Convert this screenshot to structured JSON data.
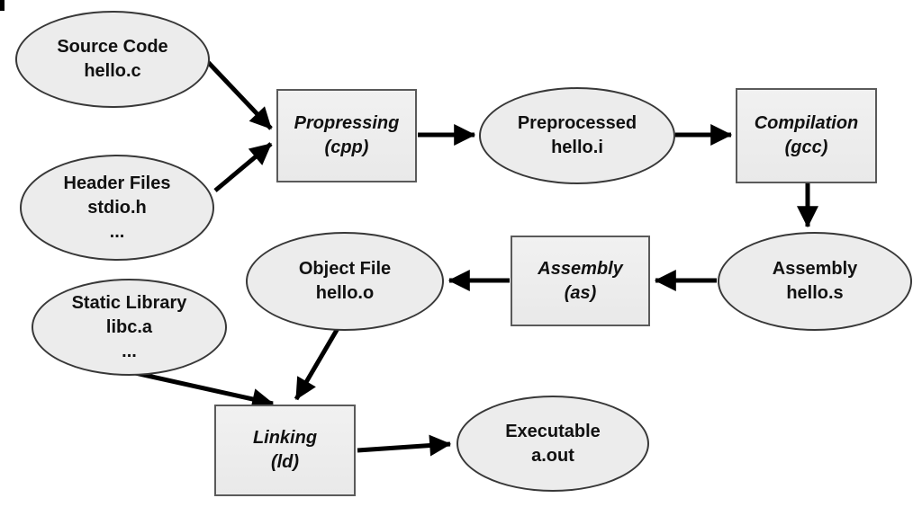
{
  "diagram_type": "flowchart",
  "colors": {
    "background": "#ffffff",
    "node_fill": "#ececec",
    "ellipse_border": "#383838",
    "rect_border": "#5a5a5a",
    "arrow": "#000000",
    "text": "#111111"
  },
  "nodes": {
    "source_code": {
      "shape": "ellipse",
      "lines": [
        "Source Code",
        "hello.c"
      ]
    },
    "header_files": {
      "shape": "ellipse",
      "lines": [
        "Header Files",
        "stdio.h",
        "..."
      ]
    },
    "preprocessing": {
      "shape": "rect",
      "lines": [
        "Propressing",
        "(cpp)"
      ]
    },
    "preprocessed": {
      "shape": "ellipse",
      "lines": [
        "Preprocessed",
        "hello.i"
      ]
    },
    "compilation": {
      "shape": "rect",
      "lines": [
        "Compilation",
        "(gcc)"
      ]
    },
    "assembly_file": {
      "shape": "ellipse",
      "lines": [
        "Assembly",
        "hello.s"
      ]
    },
    "assembler": {
      "shape": "rect",
      "lines": [
        "Assembly",
        "(as)"
      ]
    },
    "object_file": {
      "shape": "ellipse",
      "lines": [
        "Object File",
        "hello.o"
      ]
    },
    "static_library": {
      "shape": "ellipse",
      "lines": [
        "Static Library",
        "libc.a",
        "..."
      ]
    },
    "linking": {
      "shape": "rect",
      "lines": [
        "Linking",
        "(ld)"
      ]
    },
    "executable": {
      "shape": "ellipse",
      "lines": [
        "Executable",
        "a.out"
      ]
    }
  },
  "edges": [
    {
      "from": "source_code",
      "to": "preprocessing"
    },
    {
      "from": "header_files",
      "to": "preprocessing"
    },
    {
      "from": "preprocessing",
      "to": "preprocessed"
    },
    {
      "from": "preprocessed",
      "to": "compilation"
    },
    {
      "from": "compilation",
      "to": "assembly_file"
    },
    {
      "from": "assembly_file",
      "to": "assembler"
    },
    {
      "from": "assembler",
      "to": "object_file"
    },
    {
      "from": "object_file",
      "to": "linking"
    },
    {
      "from": "static_library",
      "to": "linking"
    },
    {
      "from": "linking",
      "to": "executable"
    }
  ]
}
